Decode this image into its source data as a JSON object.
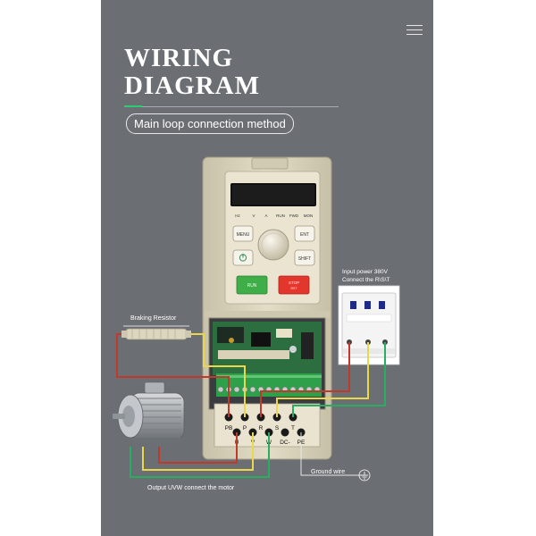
{
  "header": {
    "title_line1": "WIRING",
    "title_line2": "DIAGRAM",
    "subtitle": "Main loop connection method"
  },
  "colors": {
    "panel_bg": "#6b6e73",
    "accent": "#2ecc71",
    "wire_red": "#c0392b",
    "wire_yellow": "#e8d84a",
    "wire_green": "#27ae60",
    "inverter_body": "#ddd6c0"
  },
  "keypad": {
    "indicators": [
      "Hz",
      "V",
      "A",
      "RUN",
      "FWD",
      "MON"
    ],
    "menu_label": "MENU",
    "ent_label": "ENT",
    "power_icon": "power-icon",
    "shift_label": "SHIFT",
    "run_label": "RUN",
    "stop_label": "STOP",
    "stop_sub": "RST"
  },
  "labels": {
    "braking_resistor": "Braking Resistor",
    "input_power_line1": "Input power 380V",
    "input_power_line2": "Connect the R\\S\\T",
    "output_motor": "Output UVW connect the motor",
    "ground_wire": "Ground wire"
  },
  "terminals": {
    "top_row": [
      "PB",
      "P",
      "R",
      "S",
      "T"
    ],
    "bottom_row": [
      "U",
      "V",
      "W",
      "DC-",
      "PE"
    ]
  }
}
